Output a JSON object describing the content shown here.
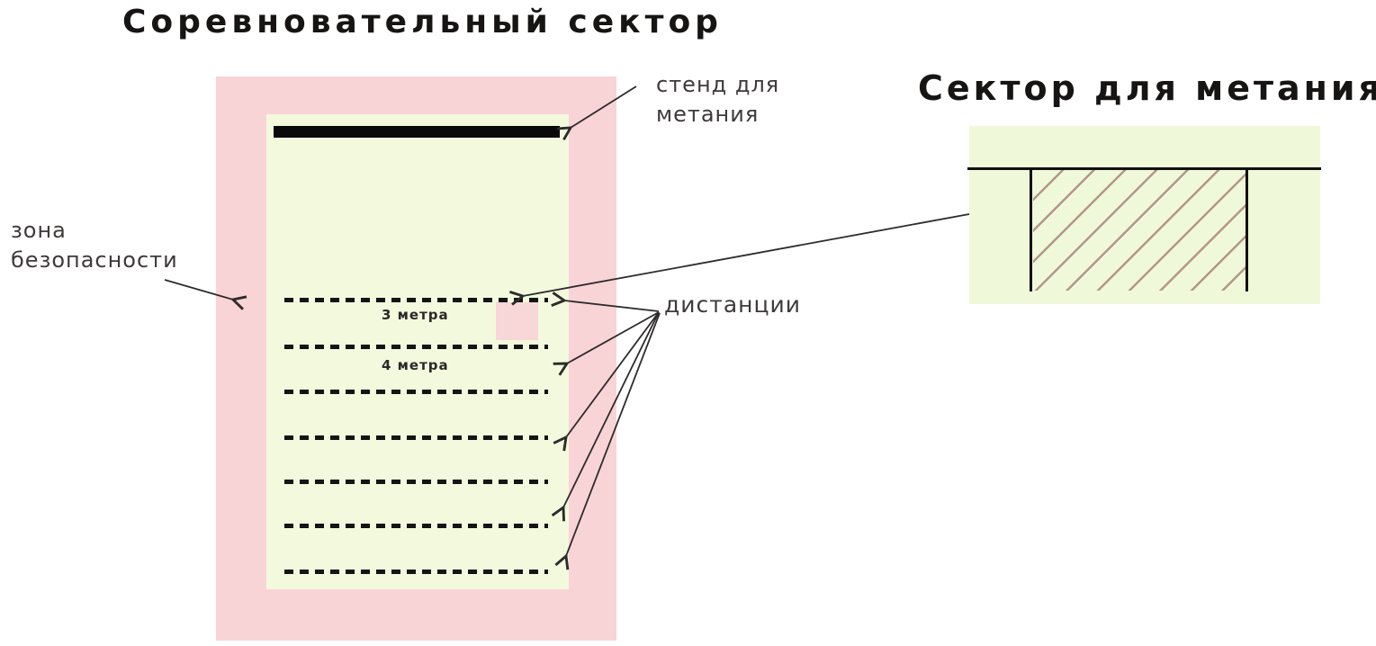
{
  "left_diagram": {
    "title": "Соревновательный сектор",
    "labels": {
      "safety_zone": "зона безопасности",
      "throwing_stand": "стенд для метания",
      "distances": "дистанции",
      "distance_3m": "3 метра",
      "distance_4m": "4 метра"
    },
    "distance_lines_count": 7
  },
  "right_diagram": {
    "title": "Сектор для метания"
  },
  "colors": {
    "safety_zone_pink": "#f9d4d6",
    "field_green": "#f3f9dd",
    "stand_black": "#0a0a0a",
    "target_patch_pink": "#f8d7d8",
    "right_field_green": "#f0f8da",
    "hatch_rosybrown": "#b3968a",
    "arrow_gray": "#2e2b2b",
    "text_dark": "#3e3a3a"
  }
}
